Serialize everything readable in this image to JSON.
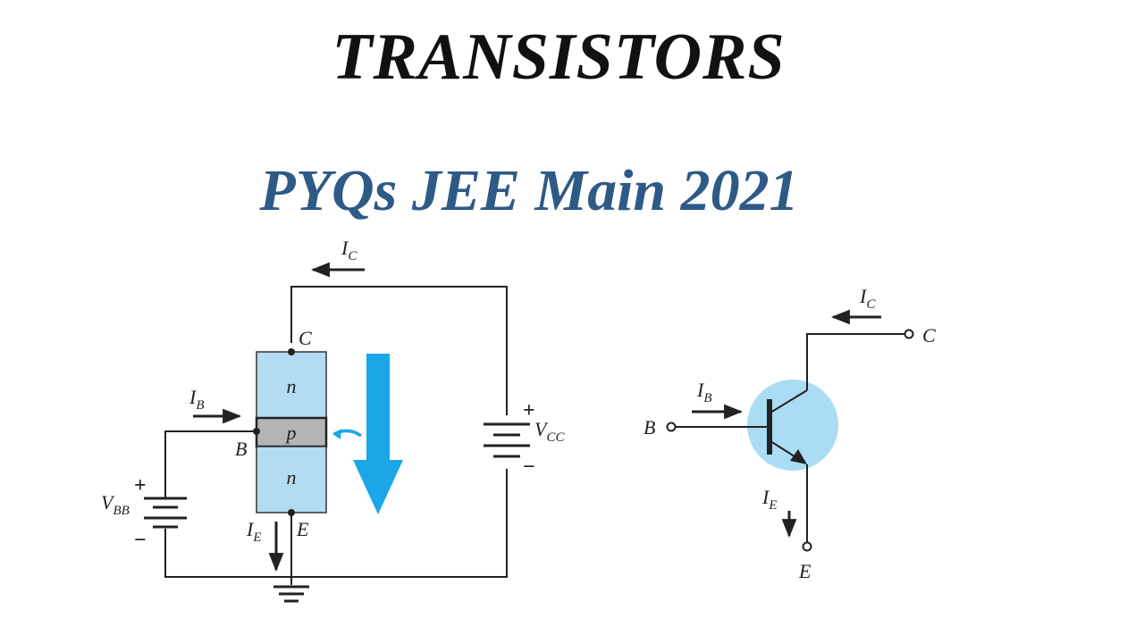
{
  "title": "TRANSISTORS",
  "subtitle": "PYQs JEE Main 2021",
  "colors": {
    "title": "#111111",
    "subtitle": "#2e5a86",
    "semiconductor": "#b3dcf3",
    "base_layer": "#b4b4b4",
    "flow_arrow": "#1ba6e8",
    "symbol_circle": "#aadcf3"
  },
  "circuit": {
    "collector_current": {
      "main": "I",
      "sub": "C"
    },
    "base_current": {
      "main": "I",
      "sub": "B"
    },
    "emitter_current": {
      "main": "I",
      "sub": "E"
    },
    "layers": {
      "top": "n",
      "middle": "p",
      "bottom": "n"
    },
    "terminals": {
      "collector": "C",
      "base": "B",
      "emitter": "E"
    },
    "vbb": {
      "main": "V",
      "sub": "BB",
      "plus": "+",
      "minus": "−"
    },
    "vcc": {
      "main": "V",
      "sub": "CC",
      "plus": "+",
      "minus": "−"
    }
  },
  "symbol": {
    "collector_current": {
      "main": "I",
      "sub": "C"
    },
    "base_current": {
      "main": "I",
      "sub": "B"
    },
    "emitter_current": {
      "main": "I",
      "sub": "E"
    },
    "terminals": {
      "collector": "C",
      "base": "B",
      "emitter": "E"
    }
  }
}
